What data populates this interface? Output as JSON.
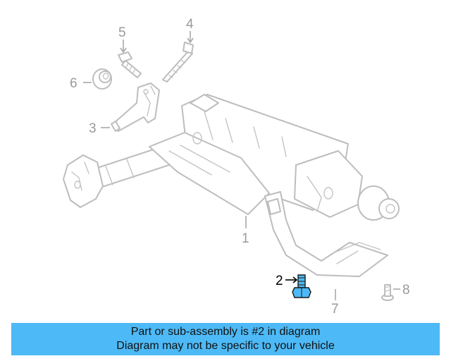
{
  "callouts": [
    {
      "id": "1",
      "label": "1",
      "highlighted": false
    },
    {
      "id": "2",
      "label": "2",
      "highlighted": true
    },
    {
      "id": "3",
      "label": "3",
      "highlighted": false
    },
    {
      "id": "4",
      "label": "4",
      "highlighted": false
    },
    {
      "id": "5",
      "label": "5",
      "highlighted": false
    },
    {
      "id": "6",
      "label": "6",
      "highlighted": false
    },
    {
      "id": "7",
      "label": "7",
      "highlighted": false
    },
    {
      "id": "8",
      "label": "8",
      "highlighted": false
    }
  ],
  "colors": {
    "highlight_part": "#4db9f6",
    "line_art": "#bdbdbd",
    "banner_bg": "#4db9f6"
  },
  "banner": {
    "line1": "Part or sub-assembly is #2 in diagram",
    "line2": "Diagram may not be specific to your vehicle"
  }
}
